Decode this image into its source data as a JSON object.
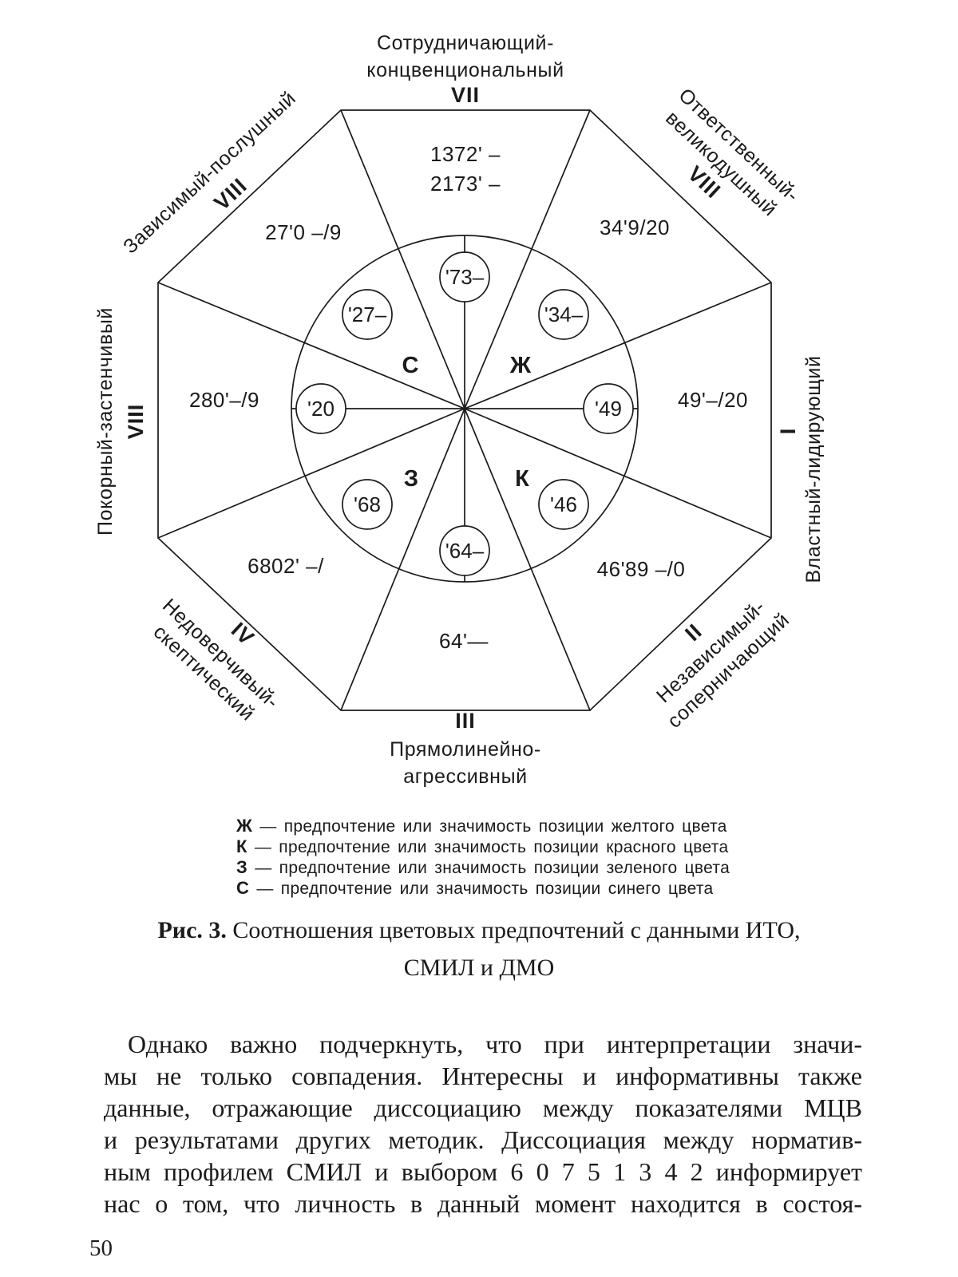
{
  "colors": {
    "ink": "#1b1b1b",
    "paper": "#ffffff"
  },
  "figure": {
    "octants": {
      "top": {
        "label_lines": [
          "Сотрудничающий-",
          "концвенциональный"
        ],
        "numeral": "VII",
        "value_line1": "1372' –",
        "value_line2": "2173' –"
      },
      "top_right": {
        "label_lines": [
          "Ответственный-",
          "великодушный"
        ],
        "numeral": "VIII",
        "value": "34'9/20"
      },
      "right": {
        "label_lines": [
          "Властный-лидирующий"
        ],
        "numeral": "I",
        "value": "49'–/20"
      },
      "bottom_right": {
        "label_lines": [
          "Независимый-",
          "соперничающий"
        ],
        "numeral": "II",
        "value": "46'89 –/0"
      },
      "bottom": {
        "label_lines": [
          "Прямолинейно-",
          "агрессивный"
        ],
        "numeral": "III",
        "value": "64'—"
      },
      "bottom_left": {
        "label_lines": [
          "Недоверчивый-",
          "скептический"
        ],
        "numeral": "IV",
        "value": "6802' –/"
      },
      "left": {
        "label_lines": [
          "Покорный-застенчивый"
        ],
        "numeral": "VIII",
        "value": "280'–/9"
      },
      "top_left": {
        "label_lines": [
          "Зависимый-послушный"
        ],
        "numeral": "VIII",
        "value": "27'0 –/9"
      }
    },
    "inner": {
      "letters": {
        "blue": "С",
        "yellow": "Ж",
        "green": "З",
        "red": "К"
      },
      "circles": {
        "top": "'73–",
        "top_left": "'27–",
        "top_right": "'34–",
        "left": "'20",
        "right": "'49",
        "bottom_left": "'68",
        "bottom_right": "'46",
        "bottom": "'64–"
      }
    }
  },
  "legend": {
    "items": [
      {
        "letter": "Ж",
        "text": "— предпочтение или значимость позиции желтого цвета"
      },
      {
        "letter": "К",
        "text": "— предпочтение или значимость позиции красного цвета"
      },
      {
        "letter": "З",
        "text": "— предпочтение или значимость позиции зеленого цвета"
      },
      {
        "letter": "С",
        "text": "— предпочтение или значимость позиции синего цвета"
      }
    ]
  },
  "caption": {
    "label": "Рис. 3.",
    "line1": "Соотношения цветовых предпочтений с данными ИТО,",
    "line2": "СМИЛ и ДМО"
  },
  "body": {
    "lines": [
      "Однако важно подчеркнуть, что при интерпретации значи-",
      "мы не только совпадения. Интересны и информативны также",
      "данные, отражающие диссоциацию между показателями МЦВ",
      "и результатами других методик. Диссоциация между норматив-",
      "ным профилем СМИЛ и выбором 6 0 7 5 1 3 4 2 информирует",
      "нас о том, что личность в данный момент находится в состоя-"
    ]
  },
  "page_number": "50"
}
